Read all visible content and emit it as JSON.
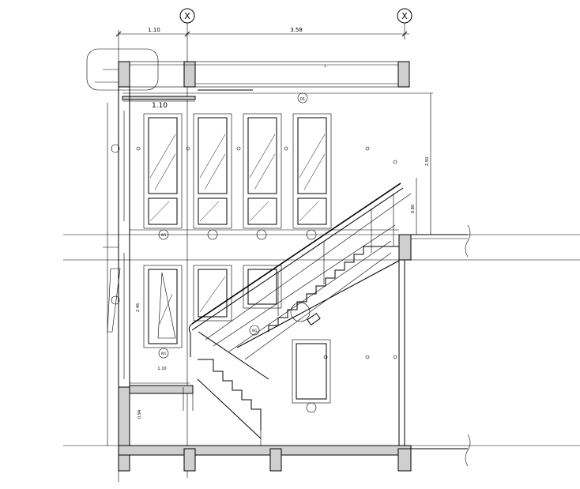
{
  "grid_axes": [
    {
      "label": "X",
      "position": "left"
    },
    {
      "label": "X",
      "position": "right"
    }
  ],
  "dimensions": {
    "top_left": "1.10",
    "top_right": "3.58",
    "under_slab": "1.10",
    "window_bottom": "1.10",
    "right_total": "2.50",
    "right_inner": "0.80",
    "left_height": "2.46",
    "left_lower": "0.94"
  },
  "tags": {
    "ceiling_tag": "01",
    "window_tag": "W1",
    "door_tag": "W1",
    "stair_tag": "W1"
  },
  "colors": {
    "line": "#000000",
    "concrete": "#cfcfcf",
    "background": "#ffffff"
  }
}
